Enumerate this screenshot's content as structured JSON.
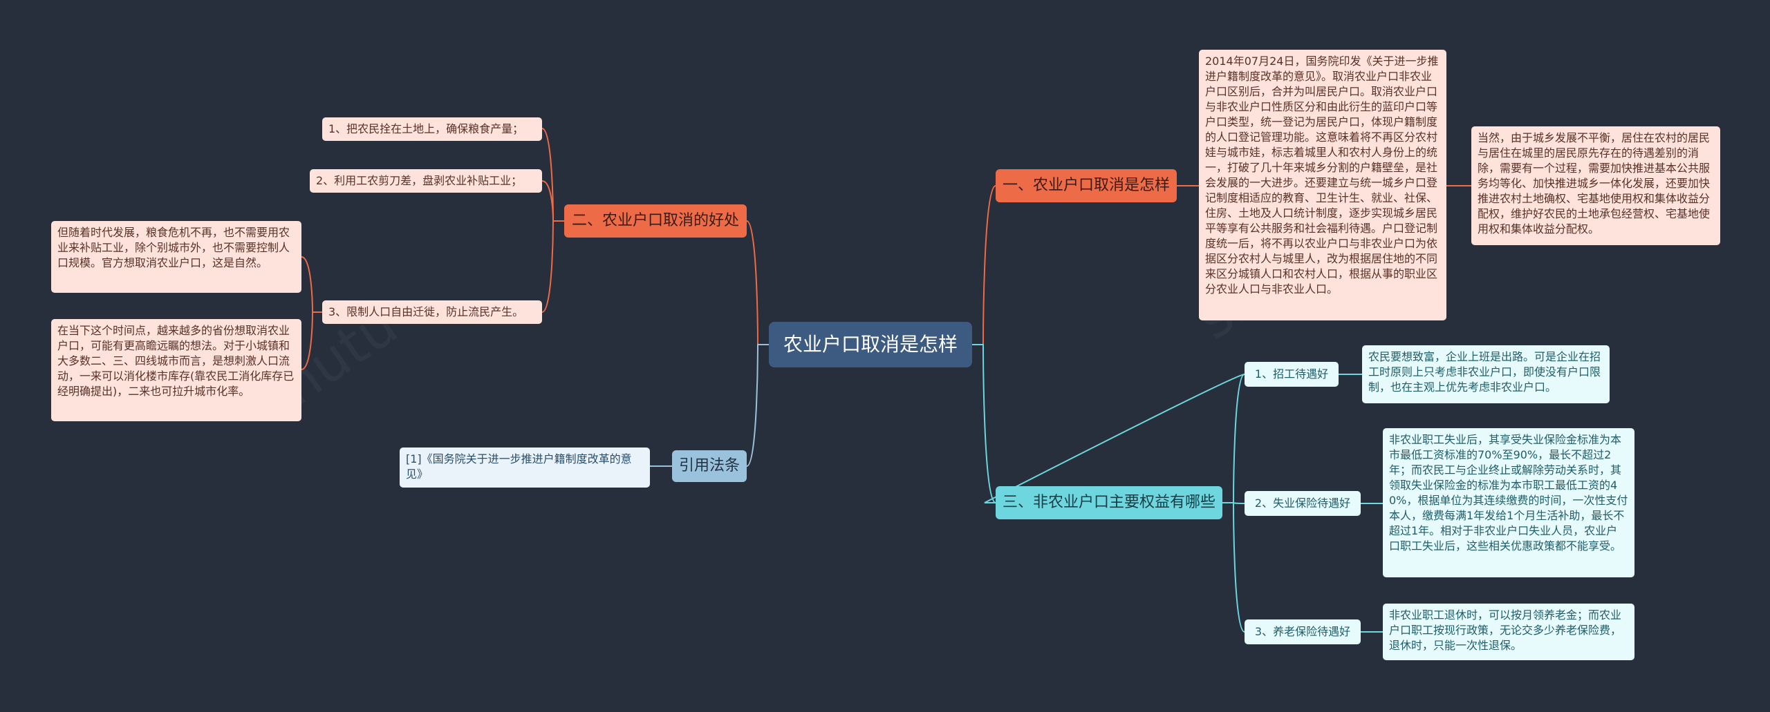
{
  "root": {
    "label": "农业户口取消是怎样"
  },
  "branches": {
    "b1": {
      "label": "一、农业户口取消是怎样",
      "text": "2014年07月24日，国务院印发《关于进一步推进户籍制度改革的意见》。取消农业户口非农业户口区别后，合并为叫居民户口。取消农业户口与非农业户口性质区分和由此衍生的蓝印户口等户口类型，统一登记为居民户口，体现户籍制度的人口登记管理功能。这意味着将不再区分农村娃与城市娃，标志着城里人和农村人身份上的统一，打破了几十年来城乡分割的户籍壁垒，是社会发展的一大进步。还要建立与统一城乡户口登记制度相适应的教育、卫生计生、就业、社保、住房、土地及人口统计制度，逐步实现城乡居民平等享有公共服务和社会福利待遇。户口登记制度统一后，将不再以农业户口与非农业户口为依据区分农村人与城里人，改为根据居住地的不同来区分城镇人口和农村人口，根据从事的职业区分农业人口与非农业人口。",
      "note": "当然，由于城乡发展不平衡，居住在农村的居民与居住在城里的居民原先存在的待遇差别的消除，需要有一个过程，需要加快推进基本公共服务均等化、加快推进城乡一体化发展，还要加快推进农村土地确权、宅基地使用权和集体收益分配权，维护好农民的土地承包经营权、宅基地使用权和集体收益分配权。"
    },
    "b2": {
      "label": "二、农业户口取消的好处",
      "items": [
        {
          "label": "1、把农民拴在土地上，确保粮食产量；"
        },
        {
          "label": "2、利用工农剪刀差，盘剥农业补贴工业；"
        },
        {
          "label": "3、限制人口自由迁徙，防止流民产生。"
        }
      ],
      "details": [
        "但随着时代发展，粮食危机不再，也不需要用农业来补贴工业，除个别城市外，也不需要控制人口规模。官方想取消农业户口，这是自然。",
        "在当下这个时间点，越来越多的省份想取消农业户口，可能有更高瞻远瞩的想法。对于小城镇和大多数二、三、四线城市而言，是想刺激人口流动，一来可以消化楼市库存(靠农民工消化库存已经明确提出)，二来也可拉升城市化率。"
      ]
    },
    "b3": {
      "label": "三、非农业户口主要权益有哪些",
      "items": [
        {
          "label": "1、招工待遇好",
          "text": "农民要想致富，企业上班是出路。可是企业在招工时原则上只考虑非农业户口，即使没有户口限制，也在主观上优先考虑非农业户口。"
        },
        {
          "label": "2、失业保险待遇好",
          "text": "非农业职工失业后，其享受失业保险金标准为本市最低工资标准的70%至90%，最长不超过2年；而农民工与企业终止或解除劳动关系时，其领取失业保险金的标准为本市职工最低工资的40%，根据单位为其连续缴费的时间，一次性支付本人，缴费每满1年发给1个月生活补助，最长不超过1年。相对于非农业户口失业人员，农业户口职工失业后，这些相关优惠政策都不能享受。"
        },
        {
          "label": "3、养老保险待遇好",
          "text": "非农业职工退休时，可以按月领养老金；而农业户口职工按现行政策，无论交多少养老保险费，退休时，只能一次性退保。"
        }
      ]
    },
    "b4": {
      "label": "引用法条",
      "text": "[1]《国务院关于进一步推进户籍制度改革的意见》"
    }
  },
  "colors": {
    "background": "#272e3c",
    "root": "#3d5a80",
    "red": "#ee6b47",
    "cyan": "#6dd6df",
    "blue": "#9bc2dc",
    "line_red": "#ee6b47",
    "line_cyan": "#6dd6df",
    "line_blue": "#9bc2dc"
  }
}
